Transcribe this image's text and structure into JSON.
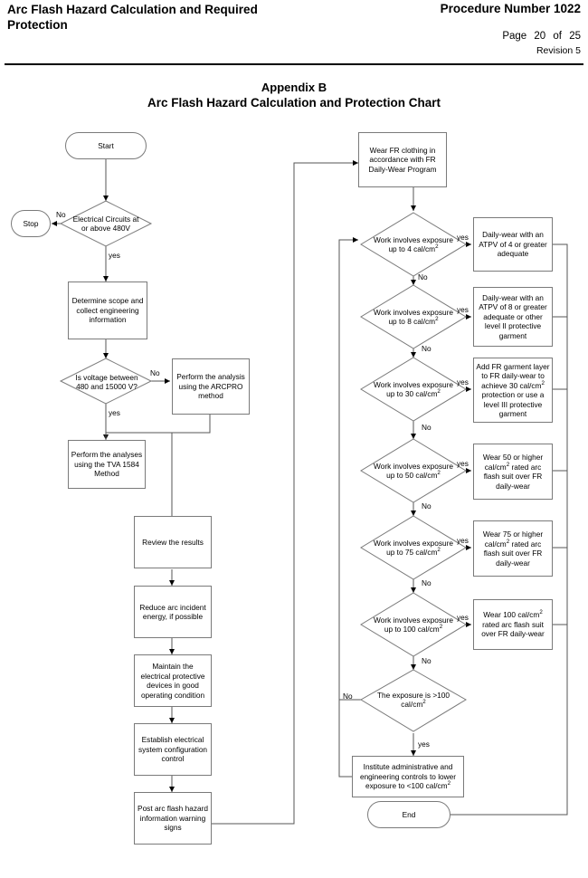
{
  "header": {
    "title": "Arc Flash Hazard Calculation and Required Protection",
    "procedure": "Procedure Number 1022",
    "page_label": "Page",
    "page_number": "20",
    "of_label": "of",
    "page_total": "25",
    "revision": "Revision 5"
  },
  "appendix": {
    "line1": "Appendix B",
    "line2": "Arc Flash Hazard Calculation and Protection Chart"
  },
  "flowchart": {
    "left": {
      "start": "Start",
      "stop": "Stop",
      "d_voltage_480": "Electrical Circuits at or above 480V",
      "p_determine_scope": "Determine scope and collect engineering information",
      "d_voltage_range": "Is voltage between 480 and 15000 V?",
      "p_arcpro": "Perform the analysis using the ARCPRO method",
      "p_tva1584": "Perform the analyses using the TVA 1584 Method",
      "p_review": "Review the results",
      "p_reduce": "Reduce arc incident energy, if possible",
      "p_maintain": "Maintain the electrical protective devices in good operating condition",
      "p_establish": "Establish electrical system configuration control",
      "p_post_signs": "Post arc flash hazard information warning signs"
    },
    "right": {
      "p_wear_fr": "Wear FR clothing in accordance with FR Daily-Wear Program",
      "d_4": "Work involves exposure up to 4 cal/cm",
      "d_8": "Work involves exposure up to 8 cal/cm",
      "d_30": "Work involves exposure up to 30 cal/cm",
      "d_50": "Work involves exposure up to 50 cal/cm",
      "d_75": "Work involves exposure up to 75 cal/cm",
      "d_100": "Work involves exposure up to 100 cal/cm",
      "d_over100": "The exposure is >100 cal/cm",
      "a_4": "Daily-wear with an ATPV of 4 or greater adequate",
      "a_8": "Daily-wear with an ATPV of 8 or greater adequate or other level II protective garment",
      "a_30_pre": "Add FR garment layer to FR daily-wear to achieve 30 cal/cm",
      "a_30_post": " protection or use a level III protective garment",
      "a_50_pre": "Wear 50 or higher cal/cm",
      "a_50_post": " rated arc flash suit over FR daily-wear",
      "a_75_pre": "Wear 75 or higher cal/cm",
      "a_75_post": " rated arc flash suit over FR daily-wear",
      "a_100_pre": "Wear 100 cal/cm",
      "a_100_post": " rated arc flash suit over FR daily-wear",
      "p_institute_pre": "Institute administrative and engineering controls to lower exposure to <100 cal/cm",
      "end": "End"
    },
    "labels": {
      "no_cap": "No",
      "yes_low": "yes",
      "sup2": "2"
    }
  }
}
